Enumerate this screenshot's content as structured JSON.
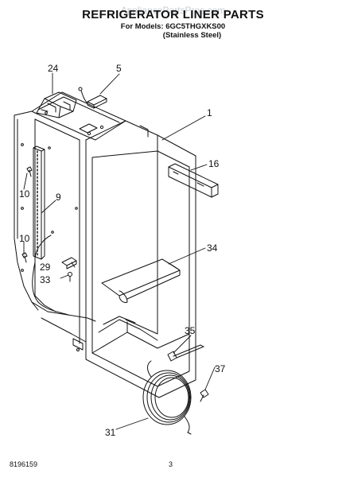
{
  "header": {
    "title": "REFRIGERATOR LINER PARTS",
    "models_line": "For Models: 6GC5THGXKS00",
    "variant_line": "(Stainless Steel)",
    "watermark": "AppliancePartsPros.com"
  },
  "footer": {
    "doc_number": "8196159",
    "page_number": "3"
  },
  "callouts": [
    {
      "id": "24",
      "label": "24"
    },
    {
      "id": "5",
      "label": "5"
    },
    {
      "id": "1",
      "label": "1"
    },
    {
      "id": "16",
      "label": "16"
    },
    {
      "id": "10a",
      "label": "10"
    },
    {
      "id": "9",
      "label": "9"
    },
    {
      "id": "10b",
      "label": "10"
    },
    {
      "id": "34",
      "label": "34"
    },
    {
      "id": "29",
      "label": "29"
    },
    {
      "id": "33",
      "label": "33"
    },
    {
      "id": "35",
      "label": "35"
    },
    {
      "id": "37",
      "label": "37"
    },
    {
      "id": "31",
      "label": "31"
    }
  ],
  "colors": {
    "ink": "#111111",
    "watermark": "#9aa3ad"
  }
}
